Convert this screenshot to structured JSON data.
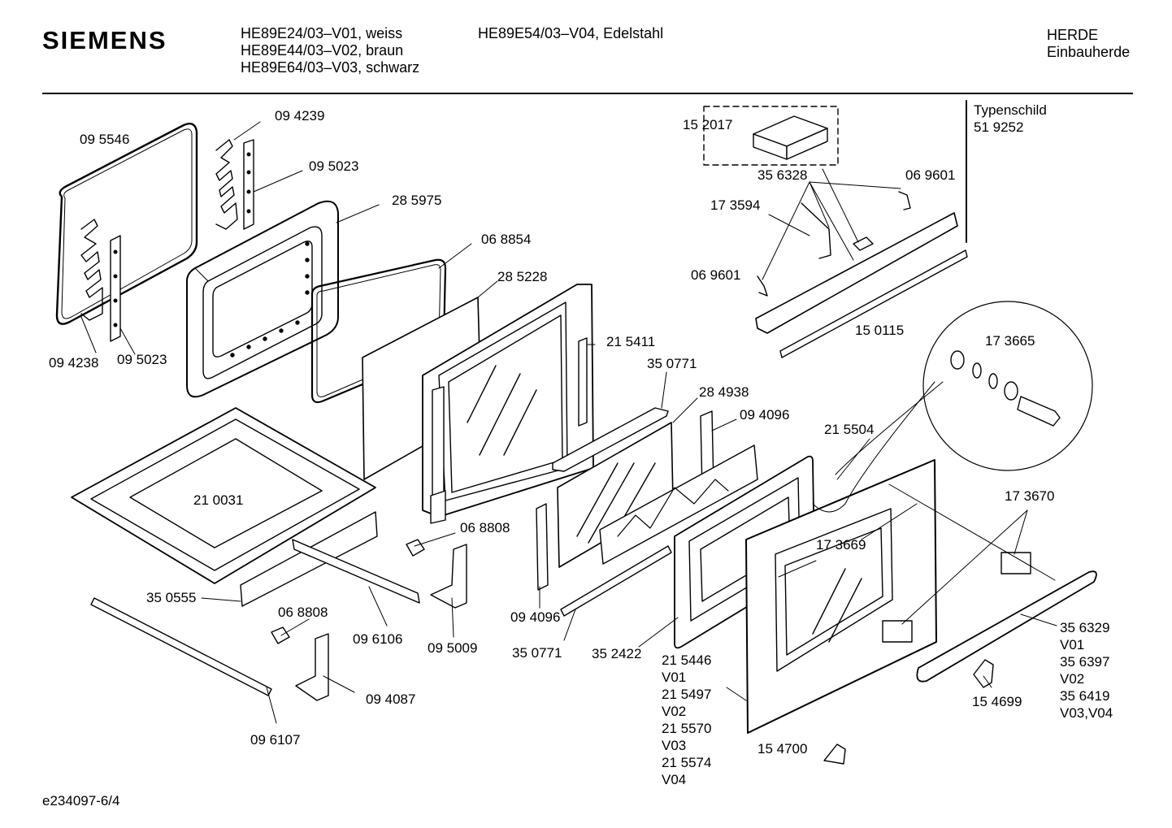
{
  "header": {
    "brand": "SIEMENS",
    "models_col1": [
      "HE89E24/03–V01, weiss",
      "HE89E44/03–V02, braun",
      "HE89E64/03–V03, schwarz"
    ],
    "models_col2": [
      "HE89E54/03–V04, Edelstahl"
    ],
    "category": [
      "HERDE",
      "Einbauherde"
    ]
  },
  "parts": {
    "p095546": "09 5546",
    "p094239": "09 4239",
    "p095023a": "09 5023",
    "p285975": "28 5975",
    "p068854": "06 8854",
    "p285228": "28 5228",
    "p094238": "09 4238",
    "p095023b": "09 5023",
    "p215411": "21 5411",
    "p350771a": "35 0771",
    "p284938": "28 4938",
    "p094096a": "09 4096",
    "p215504": "21 5504",
    "p210031": "21 0031",
    "p068808a": "06 8808",
    "p350555": "35 0555",
    "p068808b": "06 8808",
    "p096106": "09 6106",
    "p095009": "09 5009",
    "p094096b": "09 4096",
    "p350771b": "35 0771",
    "p352422": "35 2422",
    "p094087": "09 4087",
    "p096107": "09 6107",
    "p152017": "15 2017",
    "p356328": "35 6328",
    "p069601a": "06 9601",
    "p173594": "17 3594",
    "p069601b": "06 9601",
    "p150115": "15 0115",
    "typenschild": "Typenschild",
    "p519252": "51 9252",
    "p173665": "17 3665",
    "p173670": "17 3670",
    "p173669": "17 3669",
    "p154699": "15 4699",
    "p154700": "15 4700",
    "p215446": "21 5446",
    "v01a": "V01",
    "p215497": "21 5497",
    "v02a": "V02",
    "p215570": "21 5570",
    "v03a": "V03",
    "p215574": "21 5574",
    "v04a": "V04",
    "p356329": "35 6329",
    "v01b": "V01",
    "p356397": "35 6397",
    "v02b": "V02",
    "p356419": "35 6419",
    "v0304": "V03,V04"
  },
  "footer": {
    "code": "e234097-6/4"
  }
}
